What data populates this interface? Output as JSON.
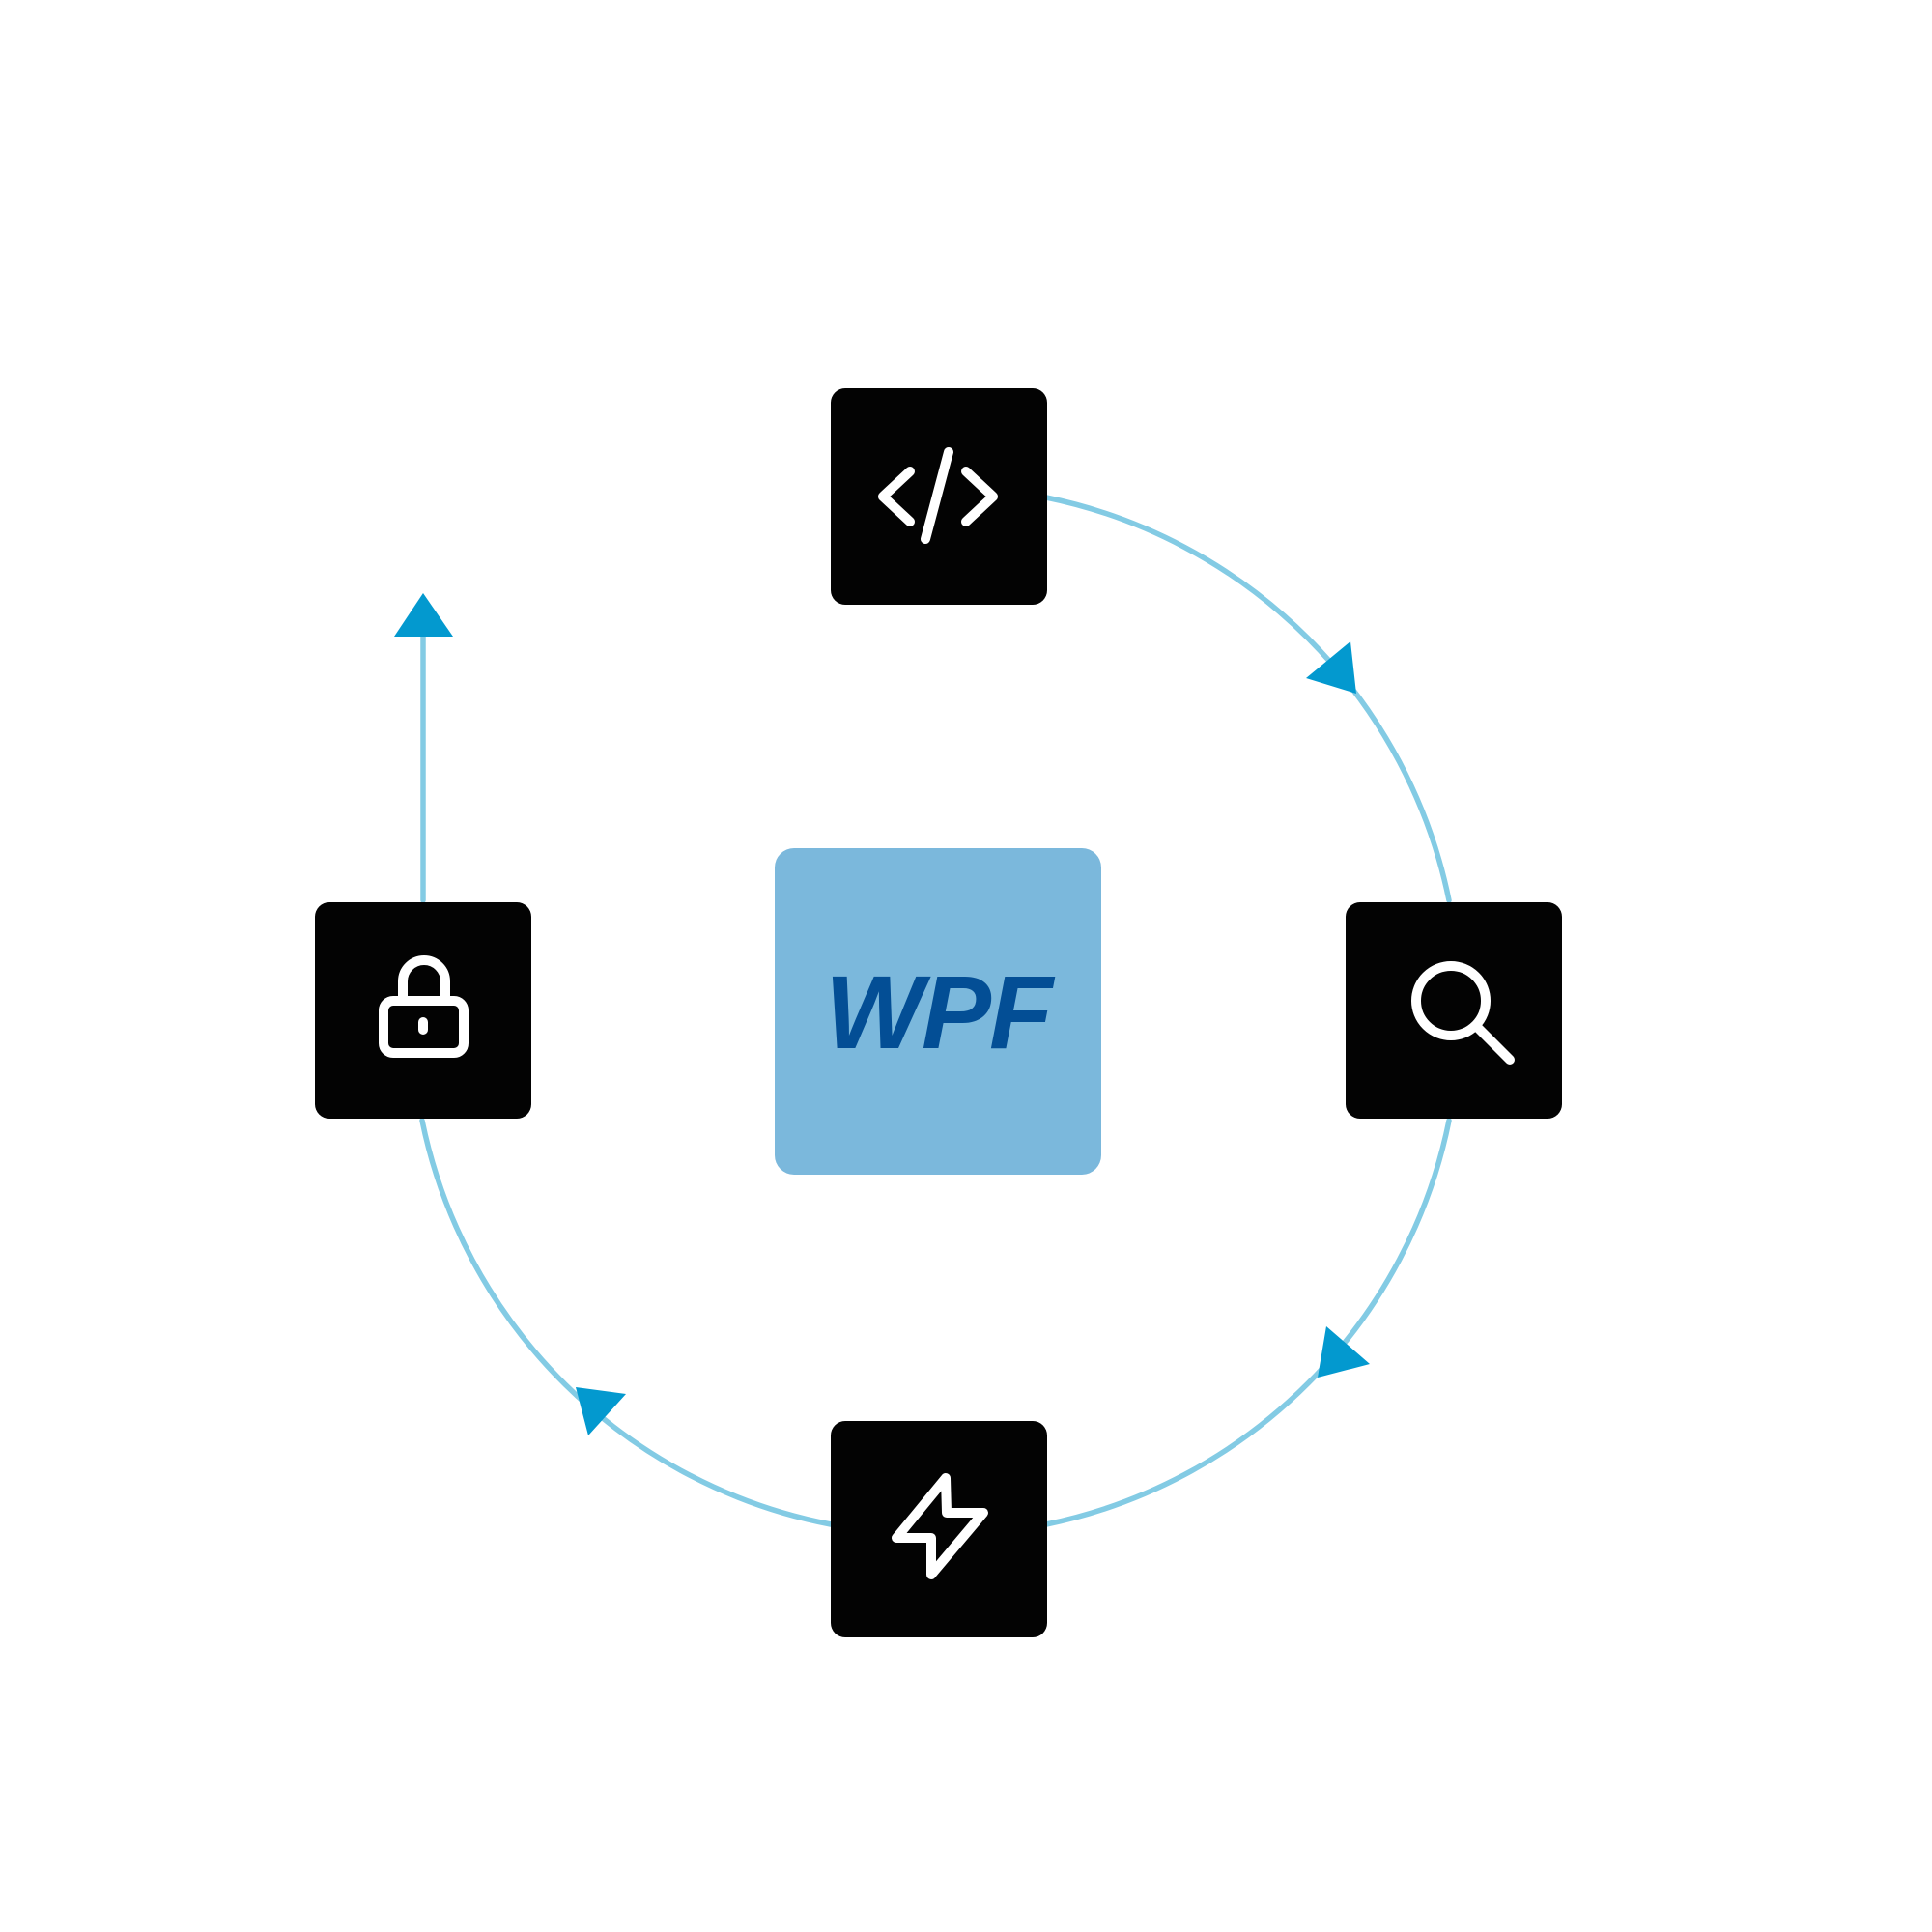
{
  "diagram": {
    "type": "cycle",
    "center": {
      "label": "WPF",
      "kind": "logo"
    },
    "nodes": [
      {
        "id": "code",
        "icon": "code-brackets-icon"
      },
      {
        "id": "search",
        "icon": "magnifying-glass-icon"
      },
      {
        "id": "power",
        "icon": "lightning-bolt-icon"
      },
      {
        "id": "security",
        "icon": "padlock-icon"
      }
    ],
    "edges": [
      {
        "from": "code",
        "to": "search",
        "direction": "clockwise"
      },
      {
        "from": "search",
        "to": "power",
        "direction": "clockwise"
      },
      {
        "from": "power",
        "to": "security",
        "direction": "clockwise"
      },
      {
        "from": "security",
        "to": "out",
        "direction": "up"
      }
    ]
  },
  "colors": {
    "background": "#ffffff",
    "connector": "#83cbe4",
    "arrowhead": "#0399cf",
    "node_fill": "#030303",
    "icon_stroke": "#ffffff",
    "center_fill": "#7bb8dc",
    "center_text": "#034e95"
  }
}
